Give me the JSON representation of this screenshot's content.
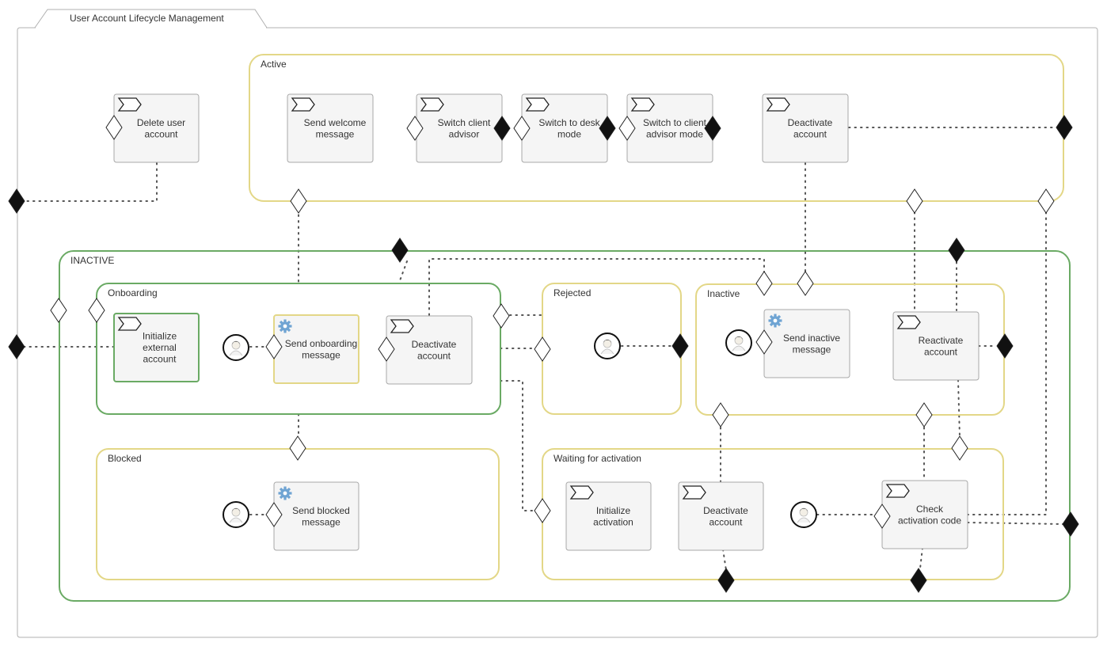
{
  "diagram": {
    "title": "User Account Lifecycle Management",
    "colors": {
      "frame": "#b0b0b0",
      "state_green": "#6aaa64",
      "state_yellow": "#e3d787",
      "task_fill": "#f5f5f5",
      "task_stroke": "#a8a8a8",
      "gear": "#6fa4d3",
      "connector": "#555555"
    },
    "states": {
      "active": "Active",
      "inactive_group": "INACTIVE",
      "onboarding": "Onboarding",
      "rejected": "Rejected",
      "inactive": "Inactive",
      "blocked": "Blocked",
      "waiting": "Waiting for activation"
    },
    "tasks": {
      "delete_user": [
        "Delete user",
        "account"
      ],
      "send_welcome": [
        "Send welcome",
        "message"
      ],
      "switch_client_advisor": [
        "Switch client",
        "advisor"
      ],
      "switch_desk_mode": [
        "Switch to desk",
        "mode"
      ],
      "switch_advisor_mode": [
        "Switch to client",
        "advisor mode"
      ],
      "deactivate_active": [
        "Deactivate",
        "account"
      ],
      "initialize_external": [
        "Initialize",
        "external",
        "account"
      ],
      "send_onboarding": [
        "Send onboarding",
        "message"
      ],
      "deactivate_onboarding": [
        "Deactivate",
        "account"
      ],
      "send_inactive": [
        "Send inactive",
        "message"
      ],
      "reactivate": [
        "Reactivate",
        "account"
      ],
      "send_blocked": [
        "Send blocked",
        "message"
      ],
      "initialize_activation": [
        "Initialize",
        "activation"
      ],
      "deactivate_waiting": [
        "Deactivate",
        "account"
      ],
      "check_activation": [
        "Check",
        "activation code"
      ]
    },
    "task_icons": {
      "event": "event-flag-icon",
      "service": "gear-icon",
      "start": "user-start-icon"
    }
  }
}
